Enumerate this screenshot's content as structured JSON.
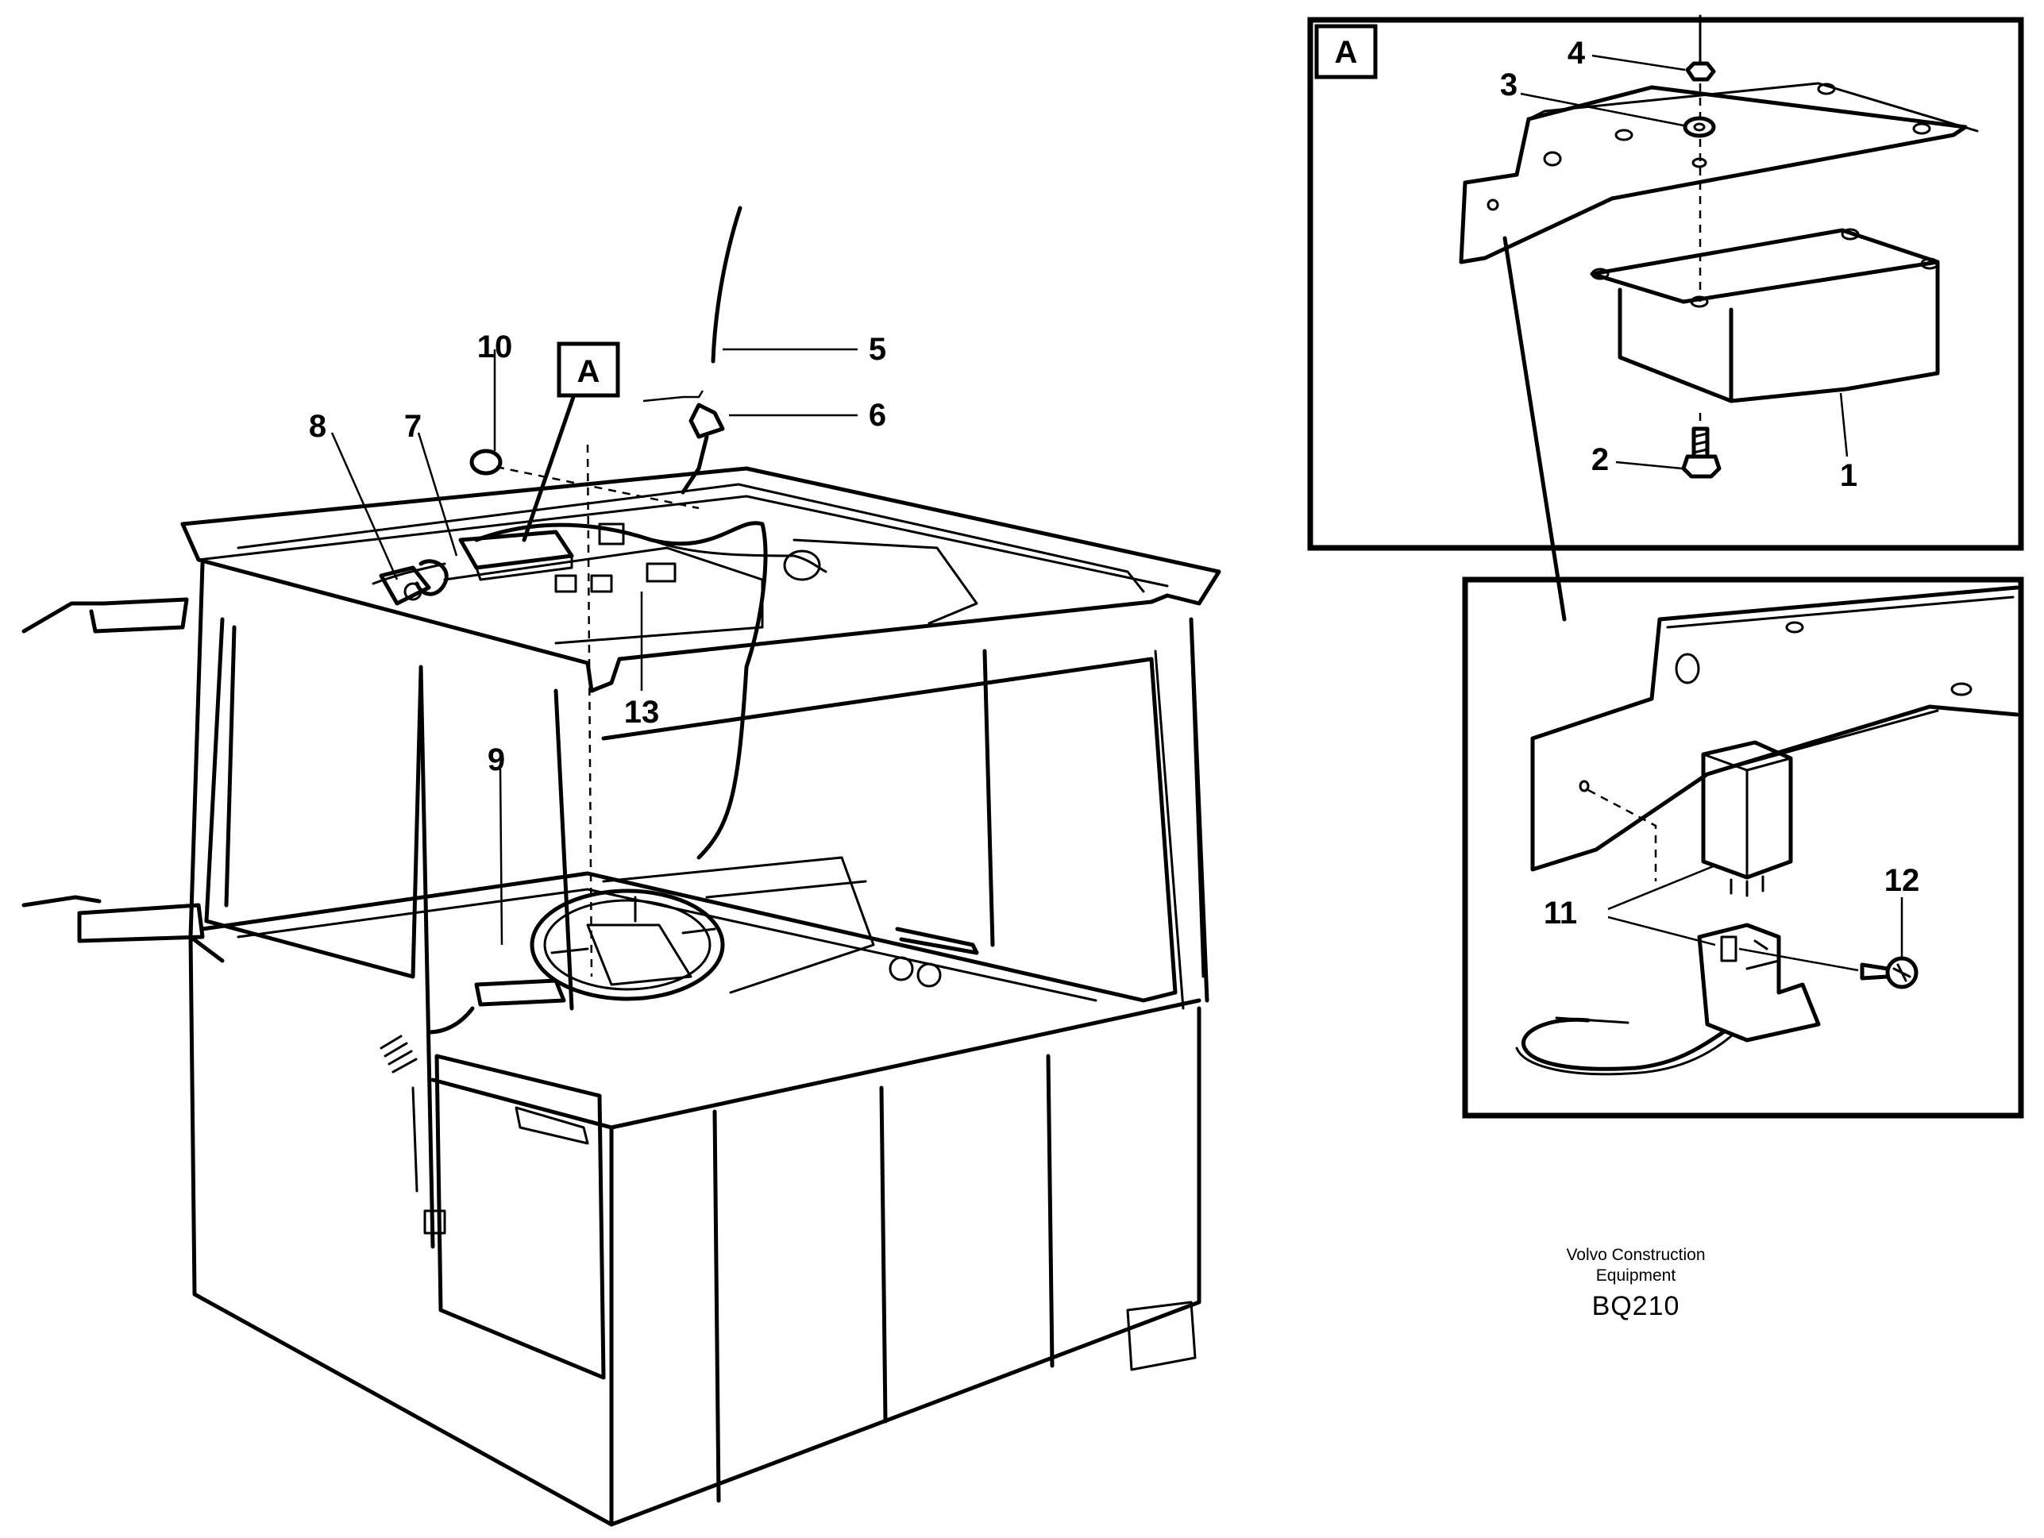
{
  "callouts": {
    "c1": "1",
    "c2": "2",
    "c3": "3",
    "c4": "4",
    "c5": "5",
    "c6": "6",
    "c7": "7",
    "c8": "8",
    "c9": "9",
    "c10": "10",
    "c11": "11",
    "c12": "12",
    "c13": "13"
  },
  "detail_tag": "A",
  "detail_tag_overview": "A",
  "footer": {
    "company_line1": "Volvo Construction",
    "company_line2": "Equipment",
    "code": "BQ210"
  }
}
